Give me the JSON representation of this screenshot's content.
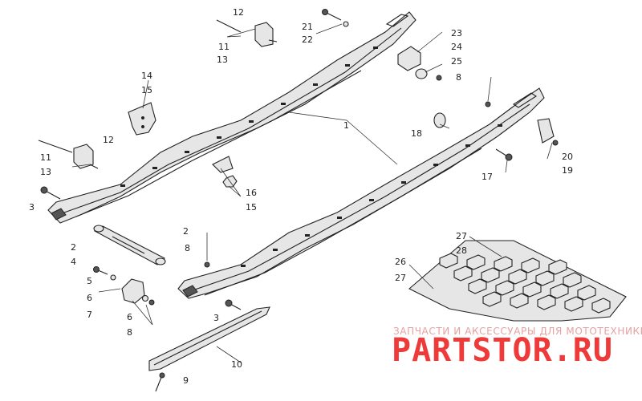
{
  "callouts": {
    "c1": "1",
    "c2a": "2",
    "c2b": "2",
    "c3a": "3",
    "c3b": "3",
    "c4": "4",
    "c5": "5",
    "c6a": "6",
    "c6b": "6",
    "c7": "7",
    "c8a": "8",
    "c8b": "8",
    "c8c": "8",
    "c9": "9",
    "c10": "10",
    "c11a": "11",
    "c11b": "11",
    "c12a": "12",
    "c12b": "12",
    "c13a": "13",
    "c13b": "13",
    "c14": "14",
    "c15a": "15",
    "c15b": "15",
    "c16": "16",
    "c17": "17",
    "c18": "18",
    "c19": "19",
    "c20": "20",
    "c21": "21",
    "c22": "22",
    "c23": "23",
    "c24": "24",
    "c25": "25",
    "c26": "26",
    "c27a": "27",
    "c27b": "27",
    "c28": "28"
  },
  "watermark": {
    "line1": "ЗАПЧАСТИ И АКСЕССУАРЫ ДЛЯ МОТОТЕХНИКИ",
    "line2": "PARTSTOR.RU"
  }
}
